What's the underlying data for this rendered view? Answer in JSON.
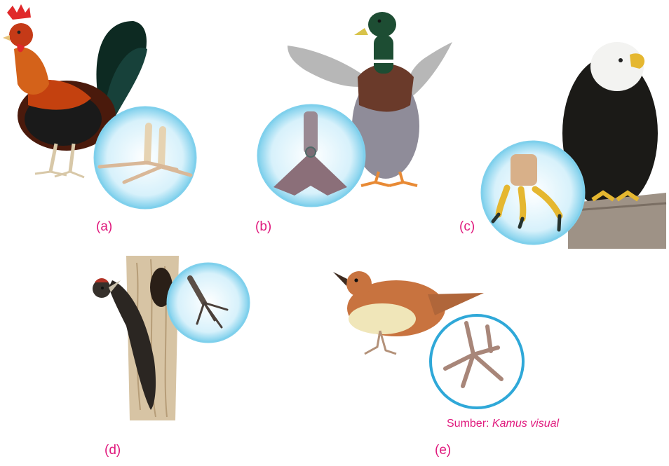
{
  "colors": {
    "label": "#e0197d",
    "caption": "#e0197d",
    "lens_ring": "#7fd0ec",
    "lens_fill": "#d7f1fb"
  },
  "figures": [
    {
      "id": "a",
      "label": "(a)",
      "subject": "rooster",
      "detail": "perching feet"
    },
    {
      "id": "b",
      "label": "(b)",
      "subject": "mallard-duck",
      "detail": "webbed foot"
    },
    {
      "id": "c",
      "label": "(c)",
      "subject": "bald-eagle",
      "detail": "talons"
    },
    {
      "id": "d",
      "label": "(d)",
      "subject": "woodpecker",
      "detail": "climbing foot"
    },
    {
      "id": "e",
      "label": "(e)",
      "subject": "songbird",
      "detail": "perching feet"
    }
  ],
  "caption": {
    "prefix": "Sumber:",
    "source": "Kamus visual"
  }
}
